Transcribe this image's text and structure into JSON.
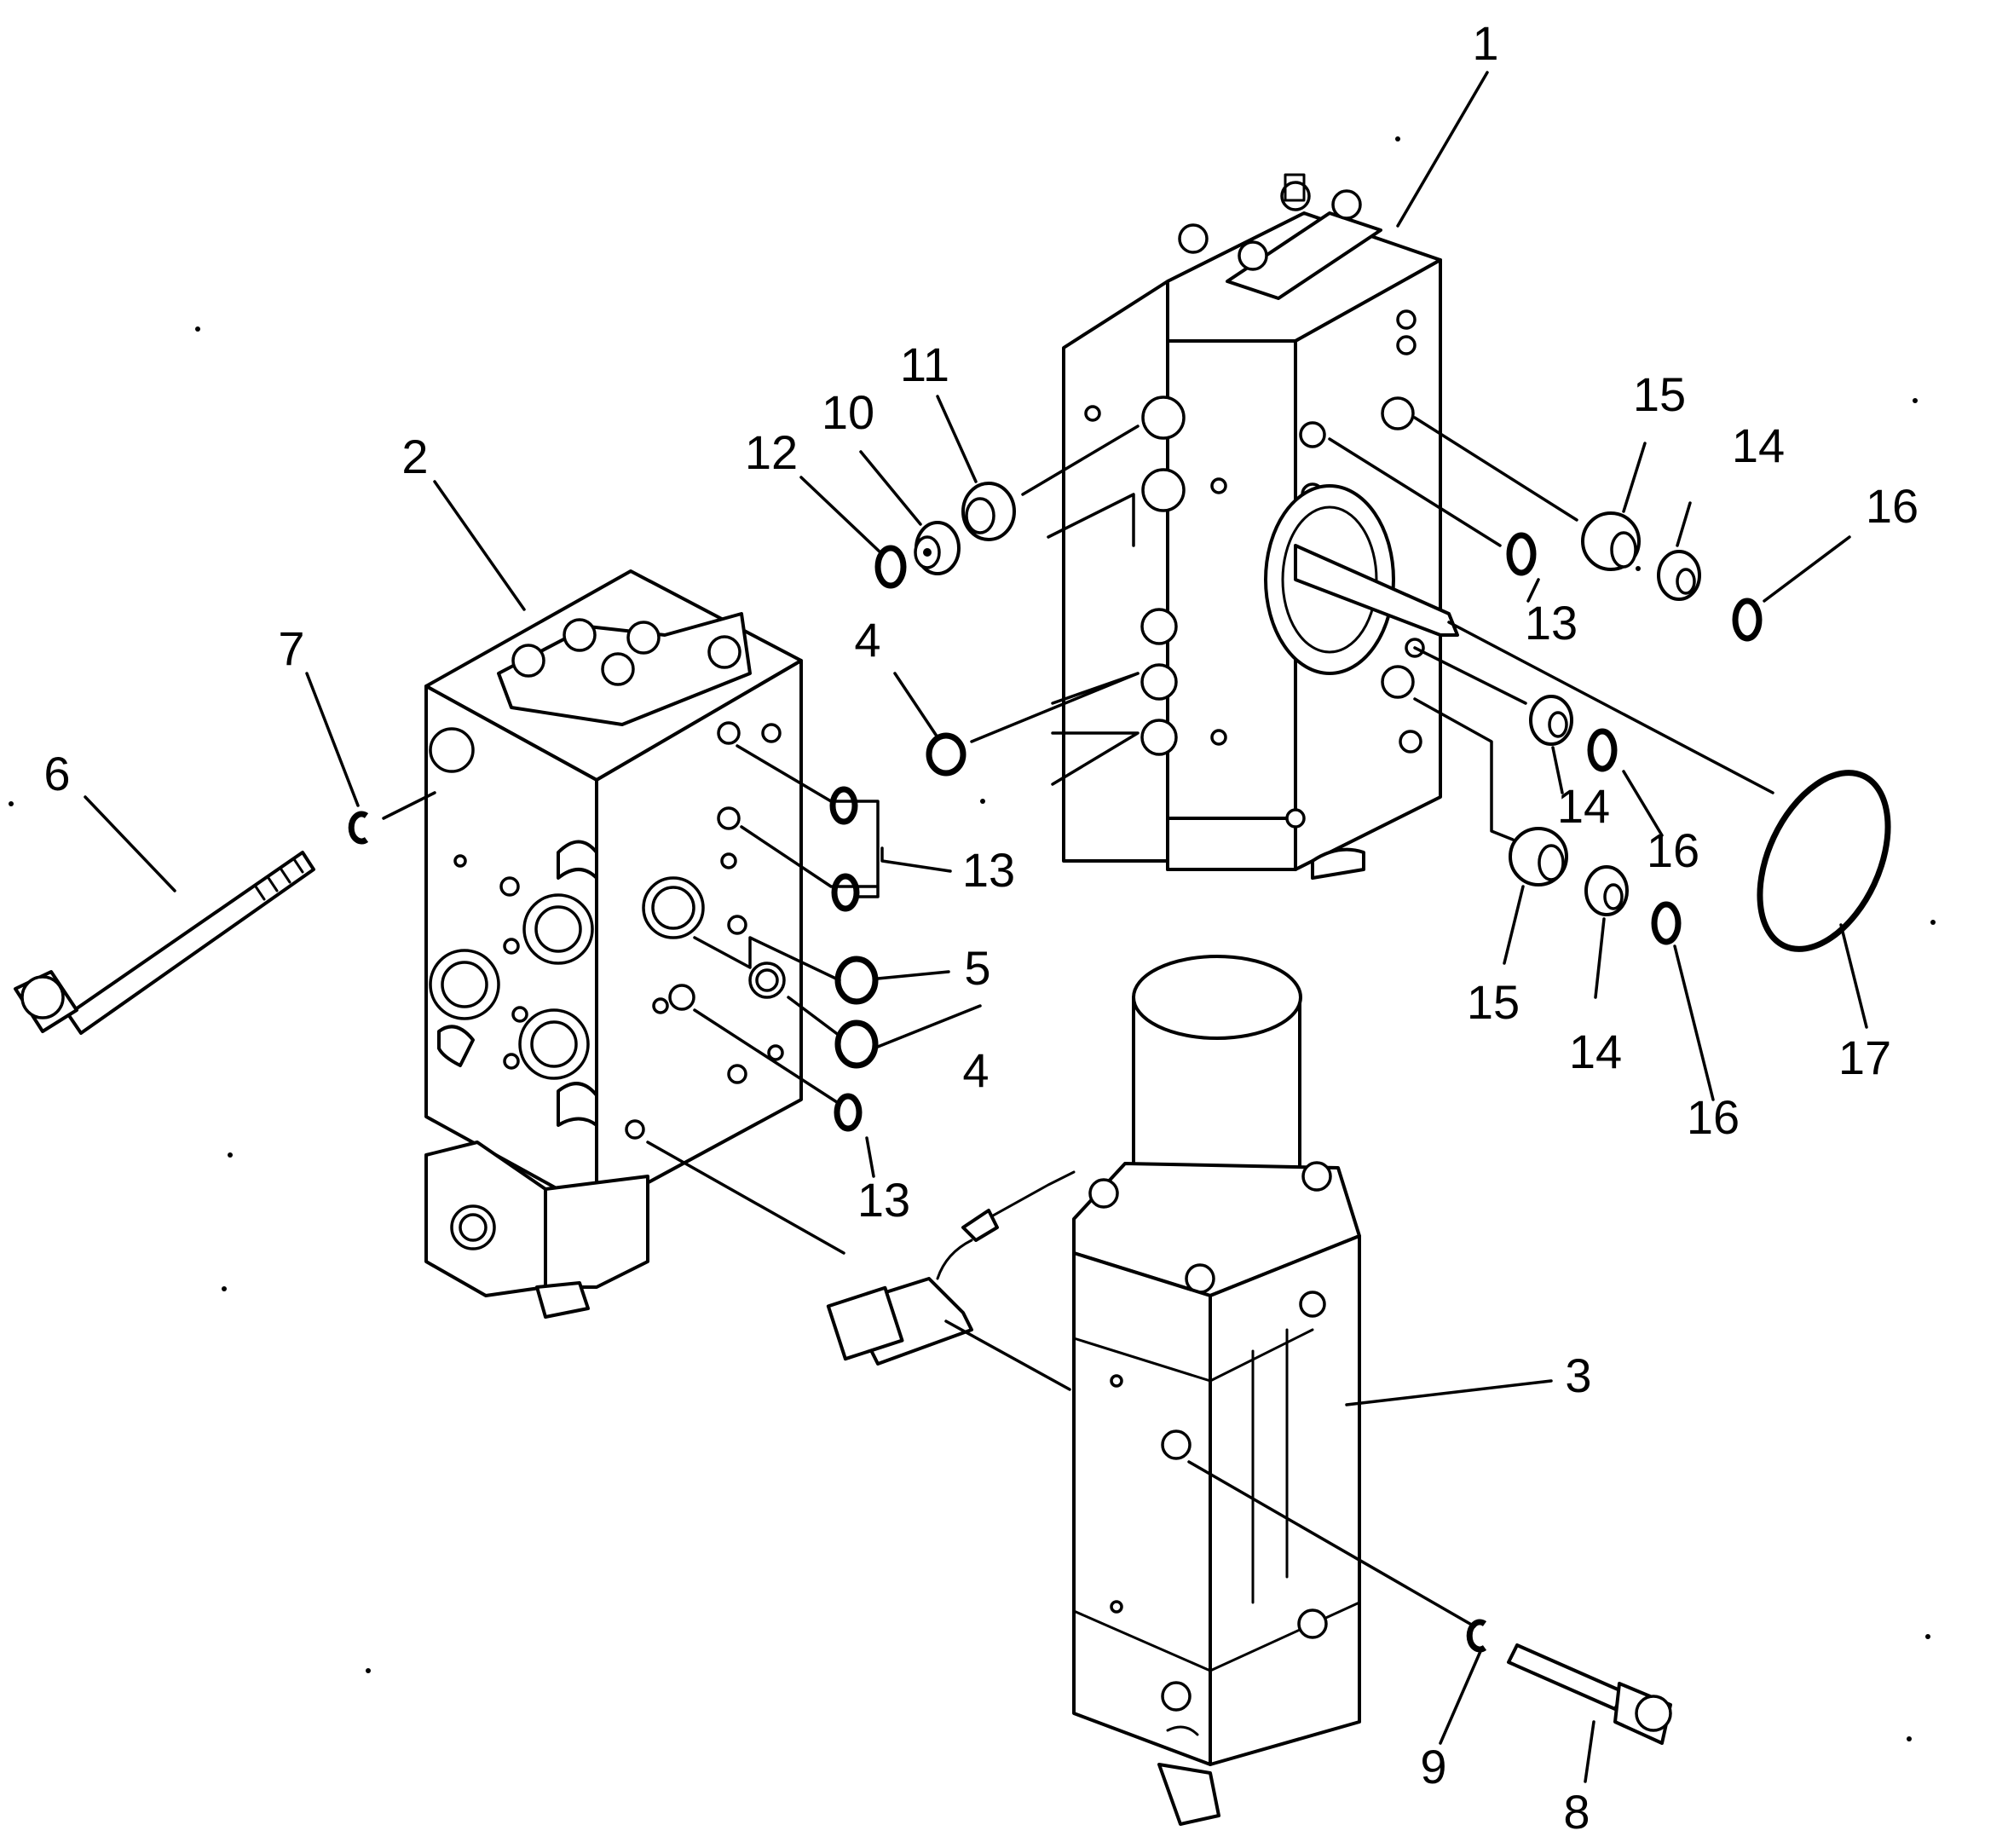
{
  "diagram": {
    "callouts": [
      {
        "id": "c1",
        "label": "1"
      },
      {
        "id": "c2",
        "label": "2"
      },
      {
        "id": "c3",
        "label": "3"
      },
      {
        "id": "c4a",
        "label": "4"
      },
      {
        "id": "c4b",
        "label": "4"
      },
      {
        "id": "c5",
        "label": "5"
      },
      {
        "id": "c6",
        "label": "6"
      },
      {
        "id": "c7",
        "label": "7"
      },
      {
        "id": "c8",
        "label": "8"
      },
      {
        "id": "c9",
        "label": "9"
      },
      {
        "id": "c10",
        "label": "10"
      },
      {
        "id": "c11",
        "label": "11"
      },
      {
        "id": "c12",
        "label": "12"
      },
      {
        "id": "c13a",
        "label": "13"
      },
      {
        "id": "c13b",
        "label": "13"
      },
      {
        "id": "c13c",
        "label": "13"
      },
      {
        "id": "c14a",
        "label": "14"
      },
      {
        "id": "c14b",
        "label": "14"
      },
      {
        "id": "c14c",
        "label": "14"
      },
      {
        "id": "c15a",
        "label": "15"
      },
      {
        "id": "c15b",
        "label": "15"
      },
      {
        "id": "c16a",
        "label": "16"
      },
      {
        "id": "c16b",
        "label": "16"
      },
      {
        "id": "c16c",
        "label": "16"
      },
      {
        "id": "c17",
        "label": "17"
      }
    ]
  }
}
